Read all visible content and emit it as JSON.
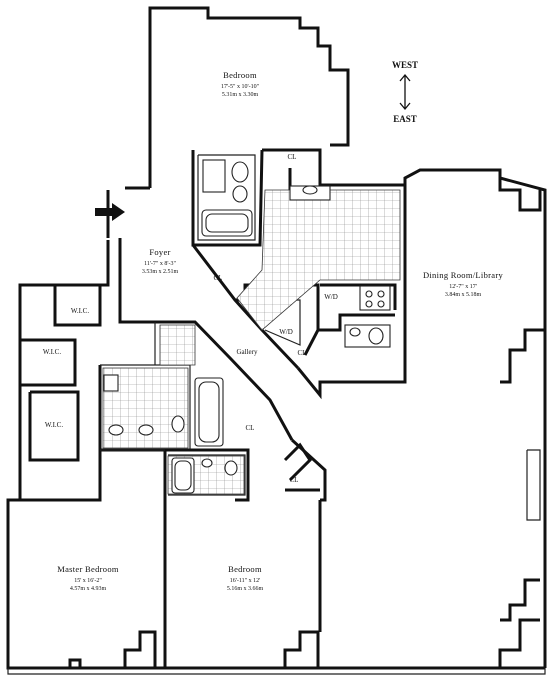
{
  "compass": {
    "top": "WEST",
    "bottom": "EAST"
  },
  "rooms": {
    "bedroom_top": {
      "name": "Bedroom",
      "dim1": "17'-5\" x 10'-10\"",
      "dim2": "5.31m x 3.30m"
    },
    "foyer": {
      "name": "Foyer",
      "dim1": "11'-7\" x 8'-3\"",
      "dim2": "3.53m x 2.51m"
    },
    "dining": {
      "name": "Dining Room/Library",
      "dim1": "12'-7\" x 17'",
      "dim2": "3.84m x 5.18m"
    },
    "master": {
      "name": "Master Bedroom",
      "dim1": "15' x 16'-2\"",
      "dim2": "4.57m x 4.93m"
    },
    "bedroom_bottom": {
      "name": "Bedroom",
      "dim1": "16'-11\" x 12'",
      "dim2": "5.16m x 3.66m"
    }
  },
  "labels": {
    "cl_top": "CL",
    "cl_foyer": "CL",
    "cl_kitchen": "CL",
    "cl_gallery": "CL",
    "cl_bedroom": "CL",
    "gallery": "Gallery",
    "wd_kitchen": "W/D",
    "wd_center": "W/D",
    "wic_1": "W.I.C.",
    "wic_2": "W.I.C.",
    "wic_3": "W.I.C."
  }
}
